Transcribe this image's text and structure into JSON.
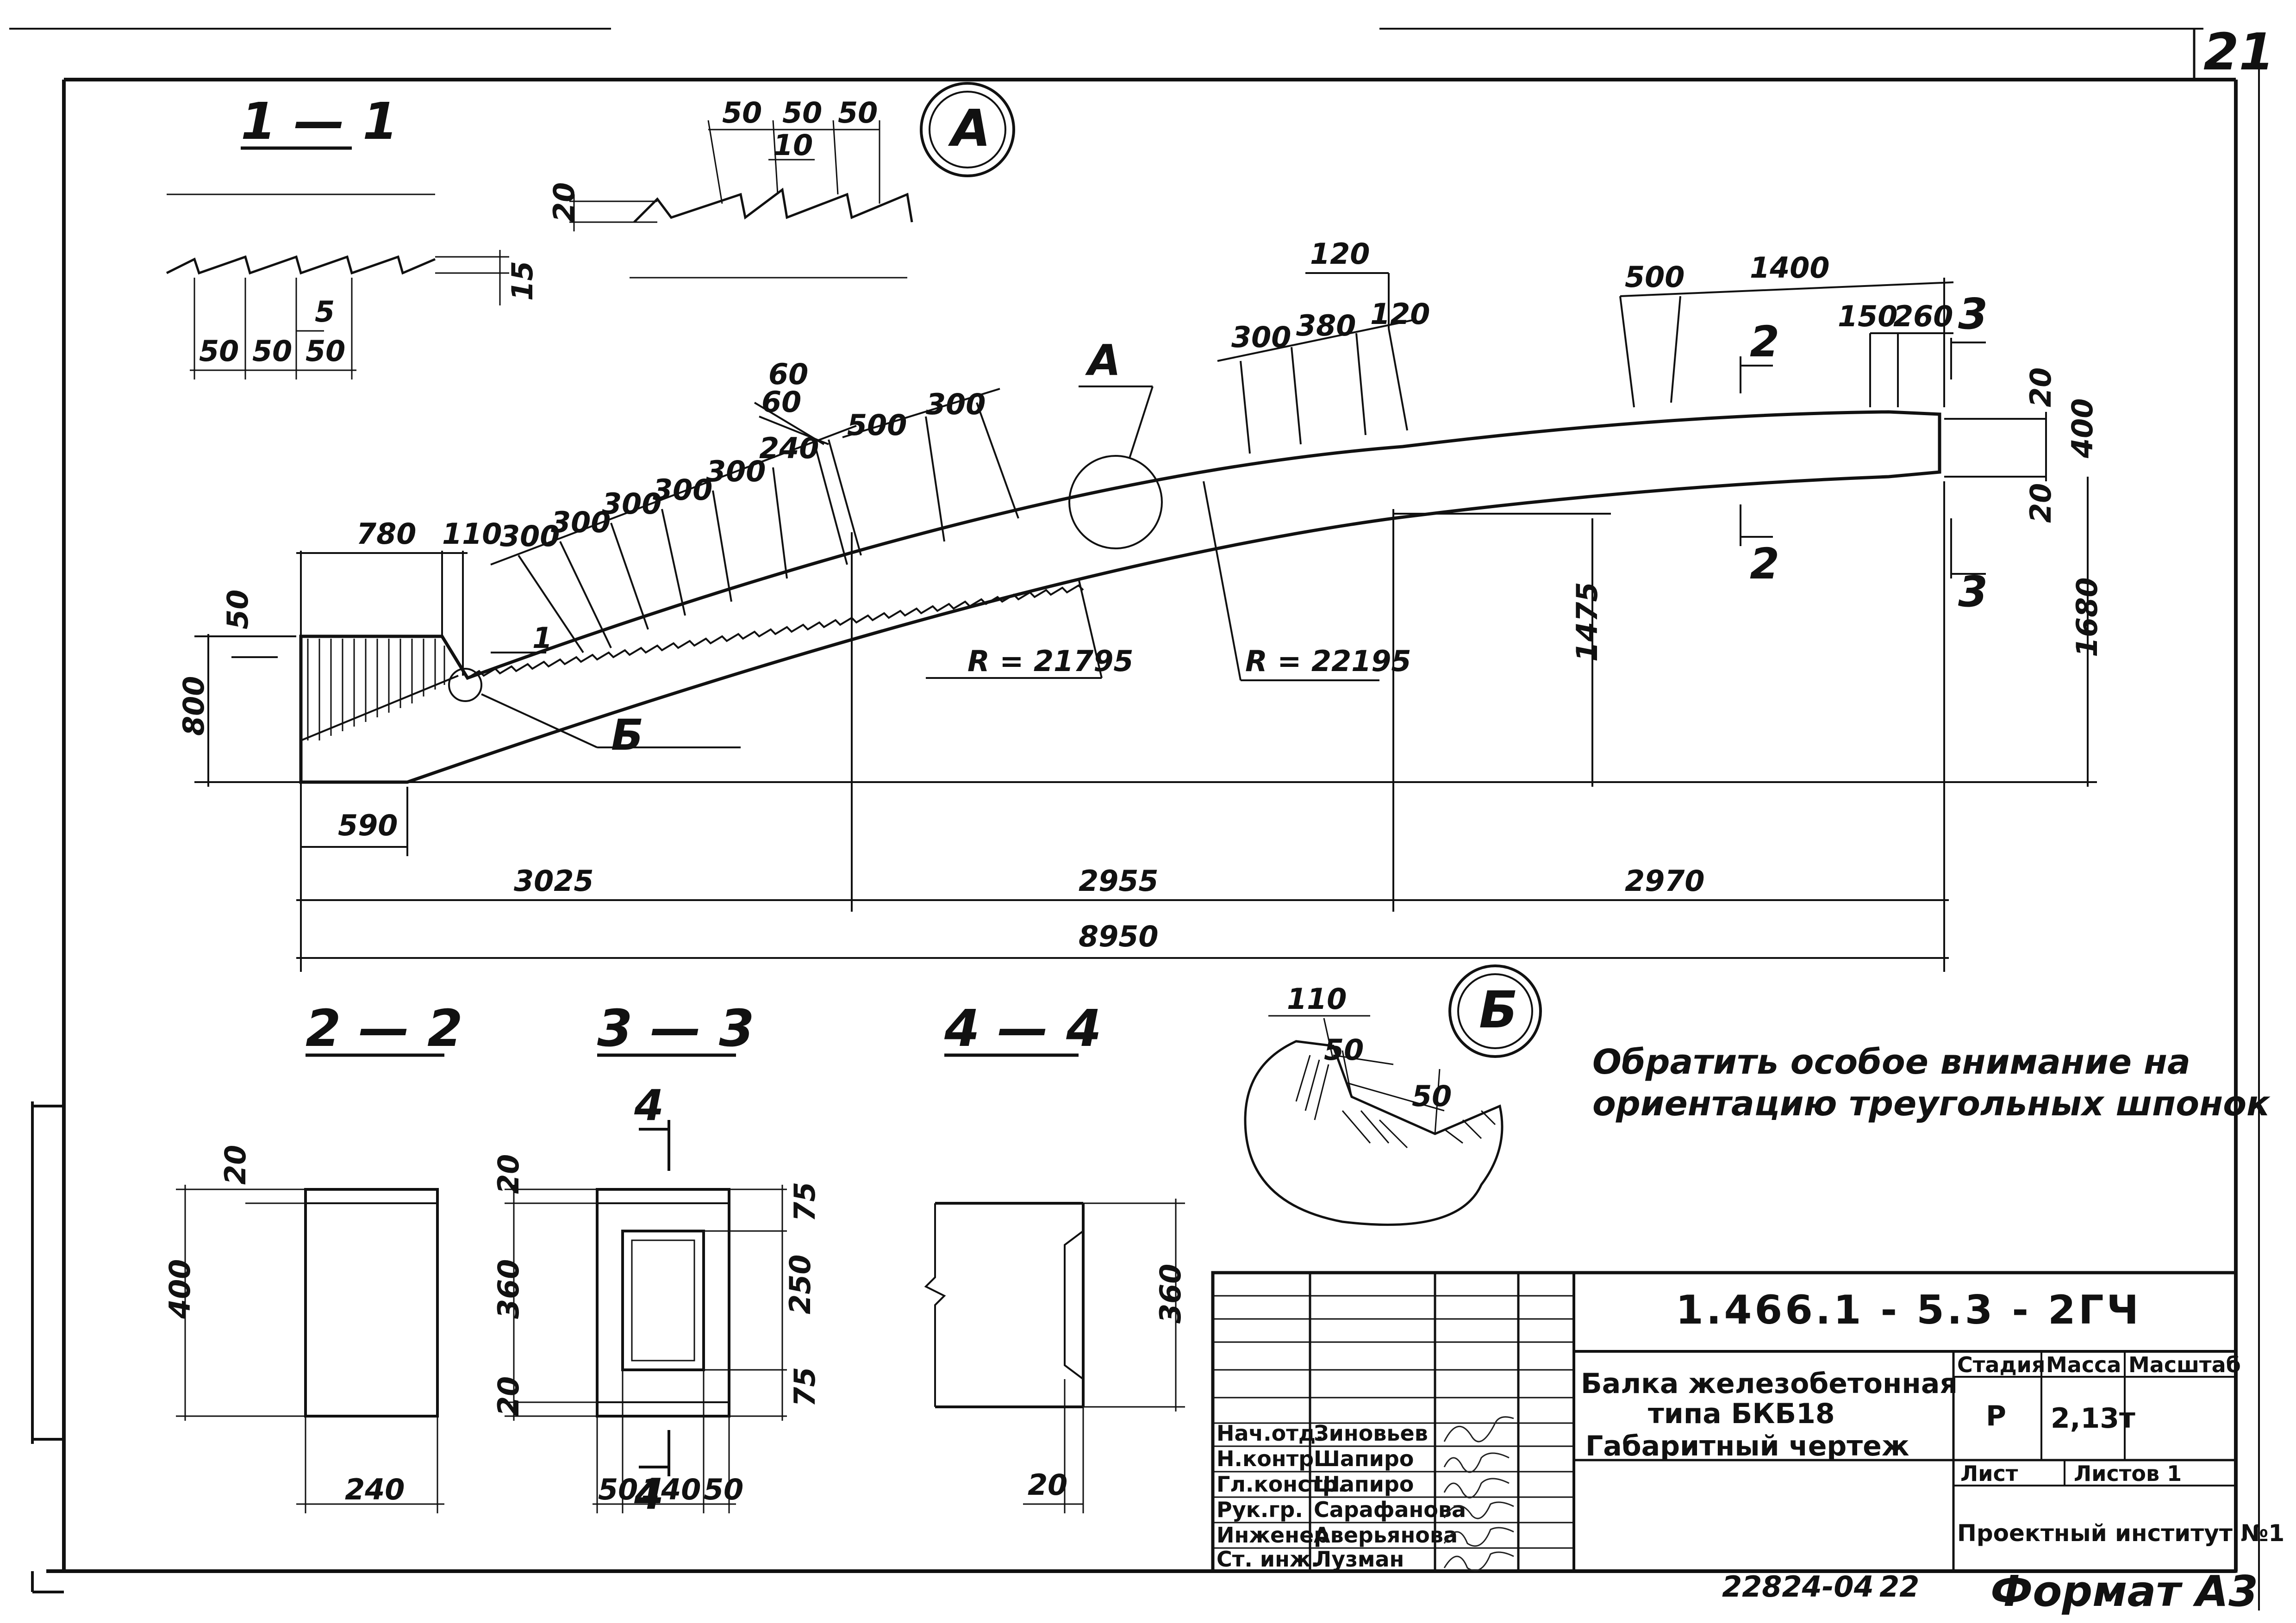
{
  "sheet": {
    "number": "21",
    "footer_inventory": "22824-04",
    "footer_page": "22",
    "format_label": "Формат А3"
  },
  "drawing": {
    "sections": [
      "1 — 1",
      "2 — 2",
      "3 — 3",
      "4 — 4"
    ],
    "details": [
      "А",
      "Б"
    ],
    "callouts": {
      "A": "А",
      "B": "Б",
      "cut1": "1",
      "cut2": "2",
      "cut3": "3",
      "cut4": "4"
    },
    "radii": [
      "R = 21795",
      "R = 22195"
    ],
    "main_dims": {
      "total": "8950",
      "seg1": "3025",
      "seg2": "2955",
      "seg3": "2970",
      "h_left": "800",
      "h_right": "1680",
      "h_mid": "1475",
      "h_end": "400",
      "end_top": "20",
      "end_bot": "20",
      "left_top": "780",
      "left_notch": "110",
      "left_bottom": "590",
      "left_step": "50"
    },
    "top_dims_left": [
      "300",
      "300",
      "300",
      "300",
      "300",
      "240",
      "60",
      "60",
      "500",
      "300"
    ],
    "top_dims_mid": [
      "300",
      "380",
      "120",
      "120"
    ],
    "top_dims_right": [
      "500",
      "1400",
      "150",
      "260"
    ],
    "sec11_dims": [
      "50",
      "50",
      "50",
      "5",
      "15"
    ],
    "detailA_dims": [
      "50",
      "50",
      "50",
      "10",
      "20"
    ],
    "detailB_dims": [
      "110",
      "50",
      "50"
    ],
    "sec22_dims": [
      "20",
      "400",
      "240"
    ],
    "sec33_dims": [
      "20",
      "360",
      "20",
      "75",
      "250",
      "75",
      "50",
      "140",
      "50"
    ],
    "sec44_dims": [
      "360",
      "20"
    ],
    "note_line1": "Обратить особое внимание на",
    "note_line2": "ориентацию треугольных шпонок"
  },
  "title_block": {
    "code": "1.466.1 - 5.3 - 2ГЧ",
    "name_line1": "Балка железобетонная",
    "name_line2": "типа БКБ18",
    "name_line3": "Габаритный чертеж",
    "stage_label": "Стадия",
    "mass_label": "Масса",
    "scale_label": "Масштаб",
    "stage_value": "Р",
    "mass_value": "2,13т",
    "sheet_label": "Лист",
    "sheets_label": "Листов 1",
    "org": "Проектный институт №1",
    "roles": [
      "Нач.отд.",
      "Н.контр.",
      "Гл.констр.",
      "Рук.гр.",
      "Инженер",
      "Ст. инж."
    ],
    "names": [
      "Зиновьев",
      "Шапиро",
      "Шапиро",
      "Сарафанова",
      "Аверьянова",
      "Лузман"
    ]
  }
}
